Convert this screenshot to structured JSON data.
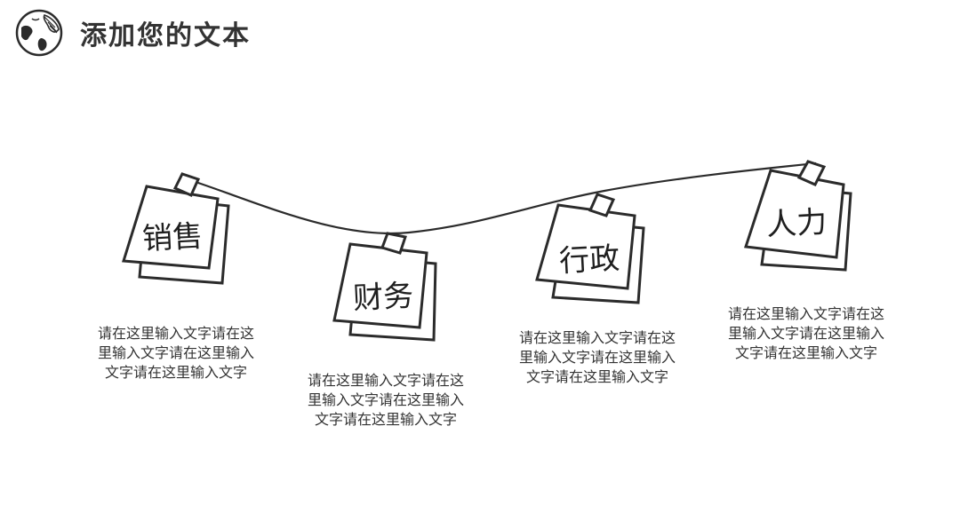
{
  "header": {
    "title": "添加您的文本",
    "icon": "globe-icon"
  },
  "notes": [
    {
      "label": "销售",
      "text": "请在这里输入文字请在这里输入文字请在这里输入文字请在这里输入文字"
    },
    {
      "label": "财务",
      "text": "请在这里输入文字请在这里输入文字请在这里输入文字请在这里输入文字"
    },
    {
      "label": "行政",
      "text": "请在这里输入文字请在这里输入文字请在这里输入文字请在这里输入文字"
    },
    {
      "label": "人力",
      "text": "请在这里输入文字请在这里输入文字请在这里输入文字请在这里输入文字"
    }
  ],
  "colors": {
    "ink": "#2b2b2b",
    "background": "#ffffff"
  }
}
